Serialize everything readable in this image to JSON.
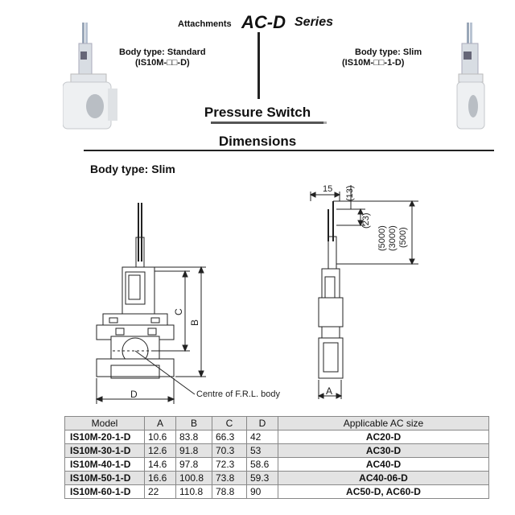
{
  "header": {
    "attachments_label": "Attachments",
    "series_code": "AC-D",
    "series_word": "Series"
  },
  "body_types": {
    "standard": {
      "line1": "Body type: Standard",
      "line2": "(IS10M-□□-D)"
    },
    "slim": {
      "line1": "Body type: Slim",
      "line2": "(IS10M-□□-1-D)"
    }
  },
  "section_title": "Pressure Switch",
  "dimensions_title": "Dimensions",
  "slim_heading": "Body type: Slim",
  "drawing": {
    "front_labels": {
      "C": "C",
      "B": "B",
      "D": "D"
    },
    "centre_note": "Centre of F.R.L. body",
    "side_labels": {
      "d15": "15",
      "d13": "(13)",
      "d23": "(23)",
      "lengths": [
        "(5000)",
        "(3000)",
        "(500)"
      ],
      "A": "A"
    }
  },
  "table": {
    "headers": [
      "Model",
      "A",
      "B",
      "C",
      "D",
      "Applicable AC size"
    ],
    "rows": [
      [
        "IS10M-20-1-D",
        "10.6",
        "83.8",
        "66.3",
        "42",
        "AC20-D"
      ],
      [
        "IS10M-30-1-D",
        "12.6",
        "91.8",
        "70.3",
        "53",
        "AC30-D"
      ],
      [
        "IS10M-40-1-D",
        "14.6",
        "97.8",
        "72.3",
        "58.6",
        "AC40-D"
      ],
      [
        "IS10M-50-1-D",
        "16.6",
        "100.8",
        "73.8",
        "59.3",
        "AC40-06-D"
      ],
      [
        "IS10M-60-1-D",
        "22",
        "110.8",
        "78.8",
        "90",
        "AC50-D, AC60-D"
      ]
    ]
  }
}
